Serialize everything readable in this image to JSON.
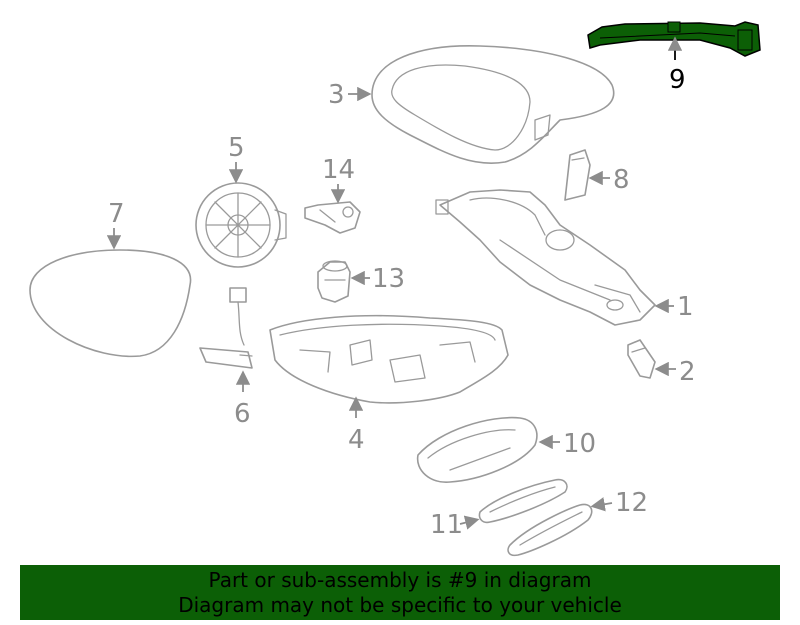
{
  "callouts": {
    "c1": "1",
    "c2": "2",
    "c3": "3",
    "c4": "4",
    "c5": "5",
    "c6": "6",
    "c7": "7",
    "c8": "8",
    "c9": "9",
    "c10": "10",
    "c11": "11",
    "c12": "12",
    "c13": "13",
    "c14": "14"
  },
  "highlight": {
    "color": "#0c5f06",
    "part": "9"
  },
  "banner": {
    "line1": "Part or sub-assembly is #9 in diagram",
    "line2": "Diagram may not be specific to your vehicle",
    "background": "#0c5f06"
  }
}
